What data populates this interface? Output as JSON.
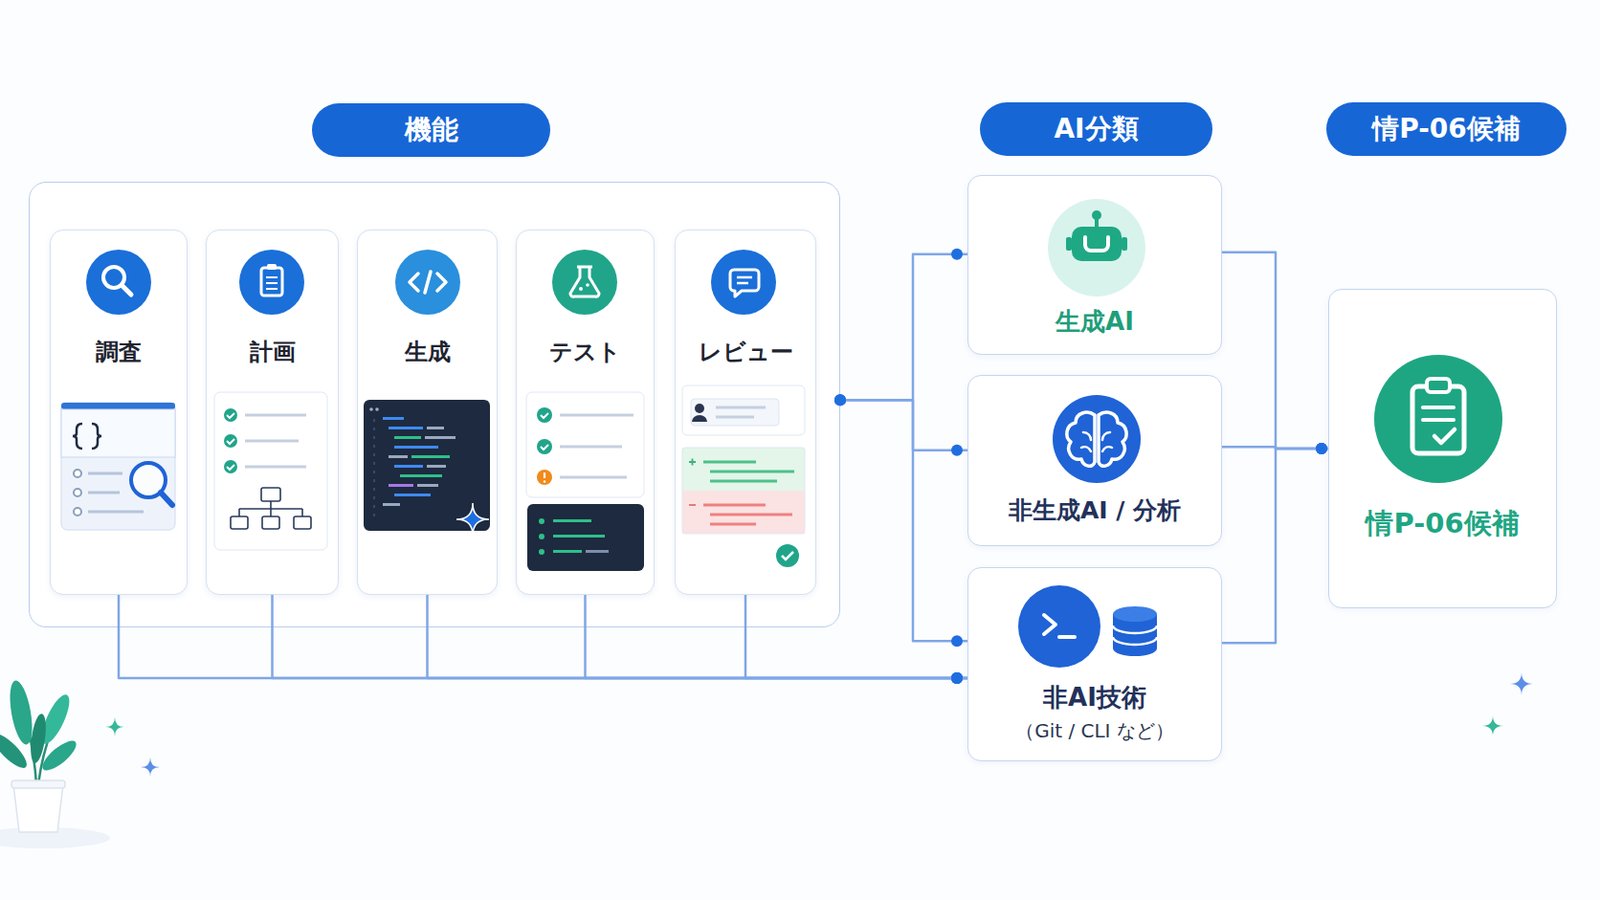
{
  "diagram": {
    "nodes": [
      {
        "text": [
          "機能"
        ]
      },
      {
        "text": [
          "調査"
        ],
        "in": 0
      },
      {
        "text": [
          "計画"
        ],
        "in": 0
      },
      {
        "text": [
          "生成"
        ],
        "in": 0
      },
      {
        "text": [
          "テスト"
        ],
        "in": 0
      },
      {
        "text": [
          "レビュー"
        ],
        "in": 0
      },
      {
        "text": [
          "AI分類"
        ]
      },
      {
        "text": [
          "生成AI"
        ]
      },
      {
        "text": [
          "非生成AI / 分析"
        ]
      },
      {
        "text": [
          "非AI技術",
          "（Git / CLI など）"
        ]
      },
      {
        "text": [
          "情P-06候補"
        ]
      },
      {
        "text": [
          "情P-06候補"
        ]
      }
    ],
    "edges": [
      {
        "from": 0,
        "to": 7,
        "arrow": "none"
      },
      {
        "from": 0,
        "to": 8,
        "arrow": "none"
      },
      {
        "from": 0,
        "to": 9,
        "arrow": "none"
      },
      {
        "from": 1,
        "to": 9,
        "arrow": "none"
      },
      {
        "from": 2,
        "to": 9,
        "arrow": "none"
      },
      {
        "from": 3,
        "to": 9,
        "arrow": "none"
      },
      {
        "from": 4,
        "to": 9,
        "arrow": "none"
      },
      {
        "from": 5,
        "to": 9,
        "arrow": "none"
      },
      {
        "from": 7,
        "to": 11,
        "arrow": "none"
      },
      {
        "from": 8,
        "to": 11,
        "arrow": "none"
      },
      {
        "from": 9,
        "to": 11,
        "arrow": "none"
      }
    ]
  }
}
